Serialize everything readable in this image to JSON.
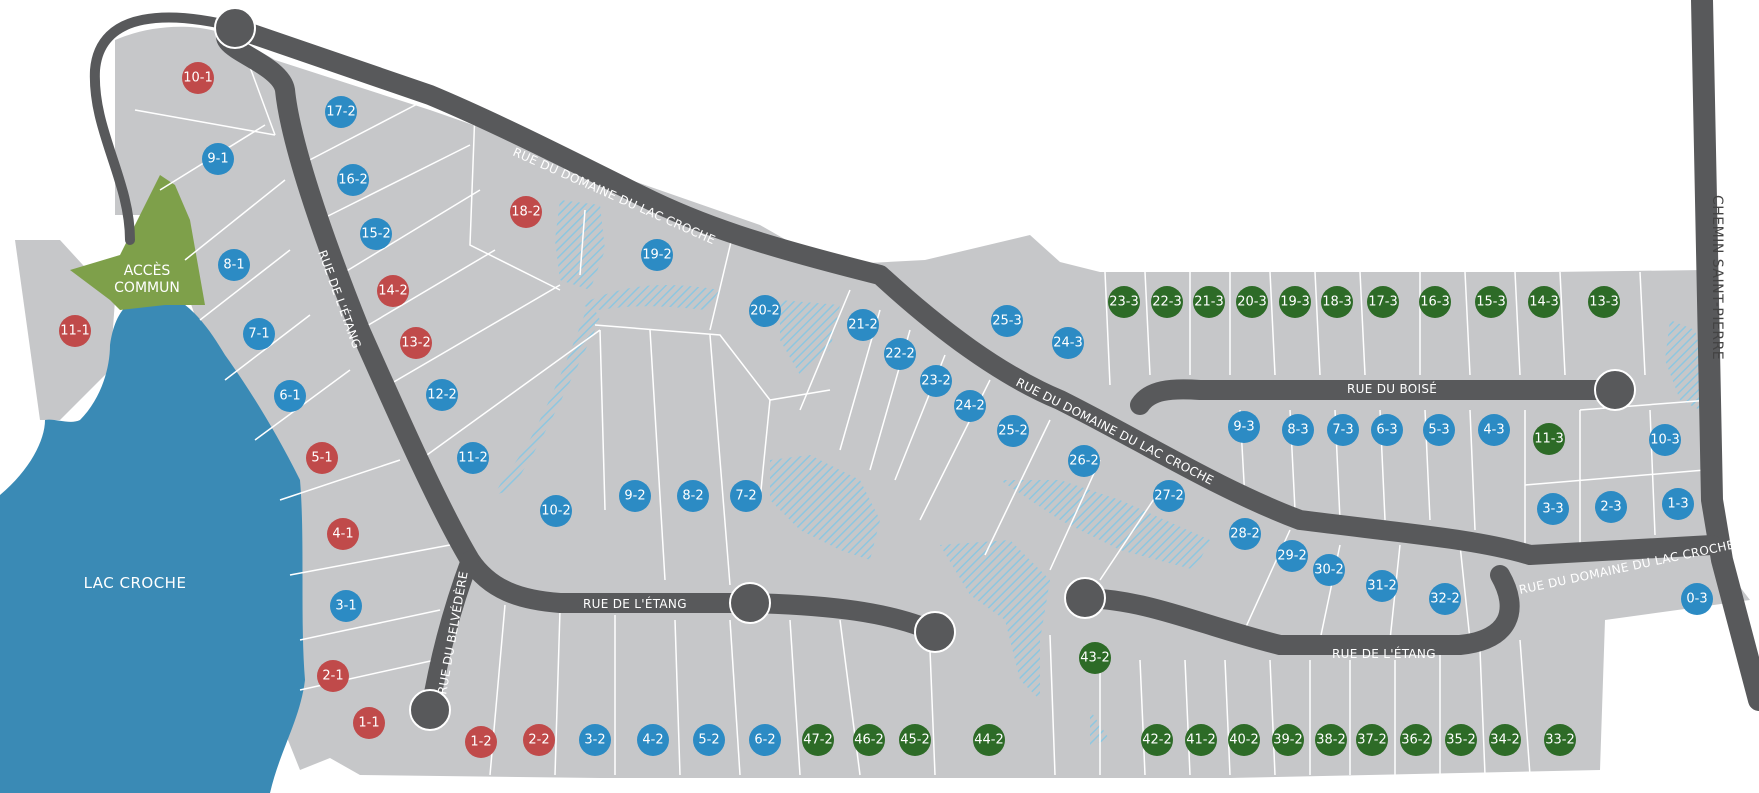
{
  "colors": {
    "land": "#c6c7c9",
    "road": "#58595b",
    "water": "#3a8ab5",
    "common": "#7ea04a",
    "wetland": "#8ec7e0",
    "lot_lines": "#ffffff",
    "status_red": "#c04a4a",
    "status_blue": "#2c8bc4",
    "status_green": "#2d6b27"
  },
  "labels": {
    "lake": "LAC CROCHE",
    "common_access_1": "ACCÈS",
    "common_access_2": "COMMUN",
    "chemin": "CHEMIN SAINT-PIERRE",
    "rue_domaine_1": "RUE DU DOMAINE DU LAC CROCHE",
    "rue_domaine_2": "RUE DU DOMAINE DU LAC CROCHE",
    "rue_domaine_3": "RUE DU DOMAINE DU LAC CROCHE",
    "rue_etang_1": "RUE DE L'ÉTANG",
    "rue_etang_2": "RUE DE L'ÉTANG",
    "rue_etang_3": "RUE DE L'ÉTANG",
    "rue_belvedere": "RUE DU BELVÉDÈRE",
    "rue_boise": "RUE DU BOISÉ"
  },
  "lots": [
    {
      "id": "10-1",
      "status": "red"
    },
    {
      "id": "9-1",
      "status": "blue"
    },
    {
      "id": "8-1",
      "status": "blue"
    },
    {
      "id": "7-1",
      "status": "blue"
    },
    {
      "id": "6-1",
      "status": "blue"
    },
    {
      "id": "5-1",
      "status": "red"
    },
    {
      "id": "4-1",
      "status": "red"
    },
    {
      "id": "3-1",
      "status": "blue"
    },
    {
      "id": "2-1",
      "status": "red"
    },
    {
      "id": "1-1",
      "status": "red"
    },
    {
      "id": "11-1",
      "status": "red"
    },
    {
      "id": "17-2",
      "status": "blue"
    },
    {
      "id": "16-2",
      "status": "blue"
    },
    {
      "id": "15-2",
      "status": "blue"
    },
    {
      "id": "14-2",
      "status": "red"
    },
    {
      "id": "13-2",
      "status": "red"
    },
    {
      "id": "12-2",
      "status": "blue"
    },
    {
      "id": "11-2",
      "status": "blue"
    },
    {
      "id": "10-2",
      "status": "blue"
    },
    {
      "id": "9-2",
      "status": "blue"
    },
    {
      "id": "8-2",
      "status": "blue"
    },
    {
      "id": "7-2",
      "status": "blue"
    },
    {
      "id": "18-2",
      "status": "red"
    },
    {
      "id": "19-2",
      "status": "blue"
    },
    {
      "id": "20-2",
      "status": "blue"
    },
    {
      "id": "21-2",
      "status": "blue"
    },
    {
      "id": "22-2",
      "status": "blue"
    },
    {
      "id": "23-2",
      "status": "blue"
    },
    {
      "id": "24-2",
      "status": "blue"
    },
    {
      "id": "25-2",
      "status": "blue"
    },
    {
      "id": "26-2",
      "status": "blue"
    },
    {
      "id": "27-2",
      "status": "blue"
    },
    {
      "id": "28-2",
      "status": "blue"
    },
    {
      "id": "29-2",
      "status": "blue"
    },
    {
      "id": "30-2",
      "status": "blue"
    },
    {
      "id": "31-2",
      "status": "blue"
    },
    {
      "id": "32-2",
      "status": "blue"
    },
    {
      "id": "25-3",
      "status": "blue"
    },
    {
      "id": "24-3",
      "status": "blue"
    },
    {
      "id": "1-2",
      "status": "red"
    },
    {
      "id": "2-2",
      "status": "red"
    },
    {
      "id": "3-2",
      "status": "blue"
    },
    {
      "id": "4-2",
      "status": "blue"
    },
    {
      "id": "5-2",
      "status": "blue"
    },
    {
      "id": "6-2",
      "status": "blue"
    },
    {
      "id": "47-2",
      "status": "green"
    },
    {
      "id": "46-2",
      "status": "green"
    },
    {
      "id": "45-2",
      "status": "green"
    },
    {
      "id": "44-2",
      "status": "green"
    },
    {
      "id": "43-2",
      "status": "green"
    },
    {
      "id": "42-2",
      "status": "green"
    },
    {
      "id": "41-2",
      "status": "green"
    },
    {
      "id": "40-2",
      "status": "green"
    },
    {
      "id": "39-2",
      "status": "green"
    },
    {
      "id": "38-2",
      "status": "green"
    },
    {
      "id": "37-2",
      "status": "green"
    },
    {
      "id": "36-2",
      "status": "green"
    },
    {
      "id": "35-2",
      "status": "green"
    },
    {
      "id": "34-2",
      "status": "green"
    },
    {
      "id": "33-2",
      "status": "green"
    },
    {
      "id": "23-3",
      "status": "green"
    },
    {
      "id": "22-3",
      "status": "green"
    },
    {
      "id": "21-3",
      "status": "green"
    },
    {
      "id": "20-3",
      "status": "green"
    },
    {
      "id": "19-3",
      "status": "green"
    },
    {
      "id": "18-3",
      "status": "green"
    },
    {
      "id": "17-3",
      "status": "green"
    },
    {
      "id": "16-3",
      "status": "green"
    },
    {
      "id": "15-3",
      "status": "green"
    },
    {
      "id": "14-3",
      "status": "green"
    },
    {
      "id": "13-3",
      "status": "green"
    },
    {
      "id": "9-3",
      "status": "blue"
    },
    {
      "id": "8-3",
      "status": "blue"
    },
    {
      "id": "7-3",
      "status": "blue"
    },
    {
      "id": "6-3",
      "status": "blue"
    },
    {
      "id": "5-3",
      "status": "blue"
    },
    {
      "id": "4-3",
      "status": "blue"
    },
    {
      "id": "11-3",
      "status": "green"
    },
    {
      "id": "10-3",
      "status": "blue"
    },
    {
      "id": "3-3",
      "status": "blue"
    },
    {
      "id": "2-3",
      "status": "blue"
    },
    {
      "id": "1-3",
      "status": "blue"
    },
    {
      "id": "0-3",
      "status": "blue"
    }
  ]
}
